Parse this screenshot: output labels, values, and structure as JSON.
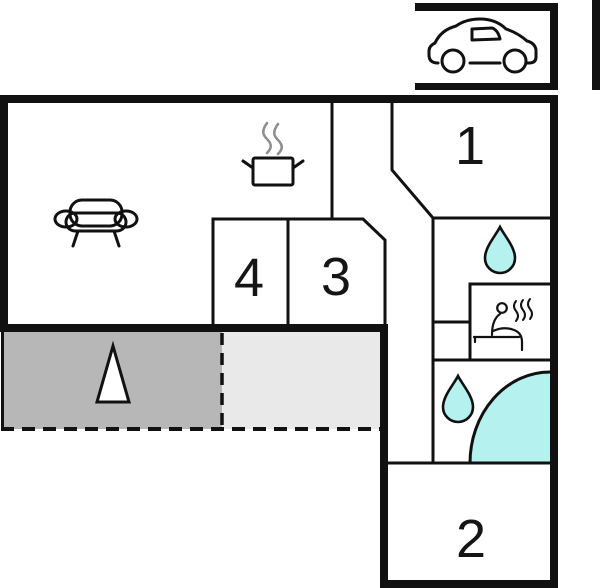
{
  "diagram": {
    "type": "holiday-home-floor-plan",
    "rooms": {
      "room1": "1",
      "room2": "2",
      "room3": "3",
      "room4": "4"
    },
    "icons": {
      "carport": "car-icon",
      "living_room": "sofa-icon",
      "kitchen": "cooking-pot-steam-icon",
      "bathroom_upper": "water-drop-icon",
      "bathroom_lower": "water-drop-icon",
      "sauna": "sauna-person-icon",
      "bath_corner": "corner-bathtub-shape",
      "terrace": "tree-triangle-icon"
    },
    "colors": {
      "wall": "#111111",
      "water": "#b5f1ee",
      "terrace_dark": "#b7b7b7",
      "terrace_light": "#e9e9e9",
      "steam": "#8f8f8f",
      "background": "#ffffff"
    }
  }
}
